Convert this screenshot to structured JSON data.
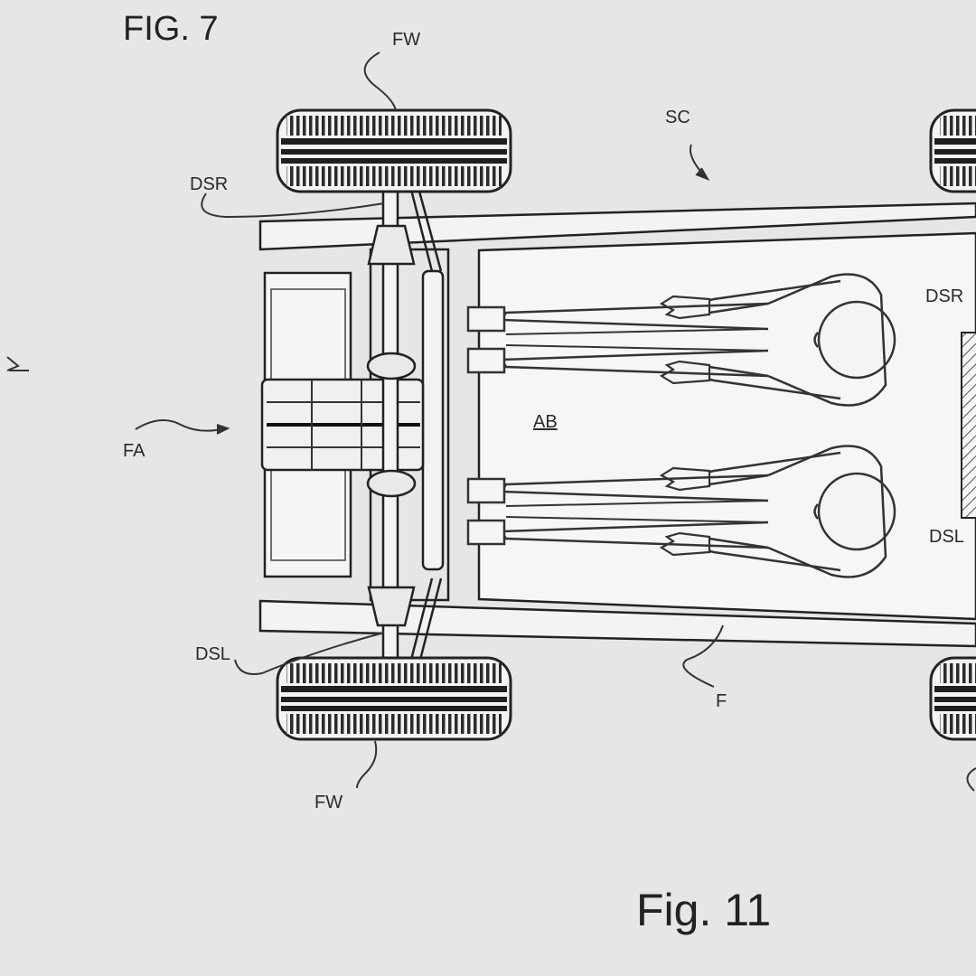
{
  "figure_titles": {
    "top": "FIG. 7",
    "bottom": "Fig. 11"
  },
  "labels": {
    "front_wheel_top": "FW",
    "front_wheel_bottom": "FW",
    "sc": "SC",
    "dsr_left": "DSR",
    "dsr_right": "DSR",
    "dsl_left": "DSL",
    "dsl_right": "DSL",
    "fa": "FA",
    "ab": "AB",
    "f": "F"
  }
}
